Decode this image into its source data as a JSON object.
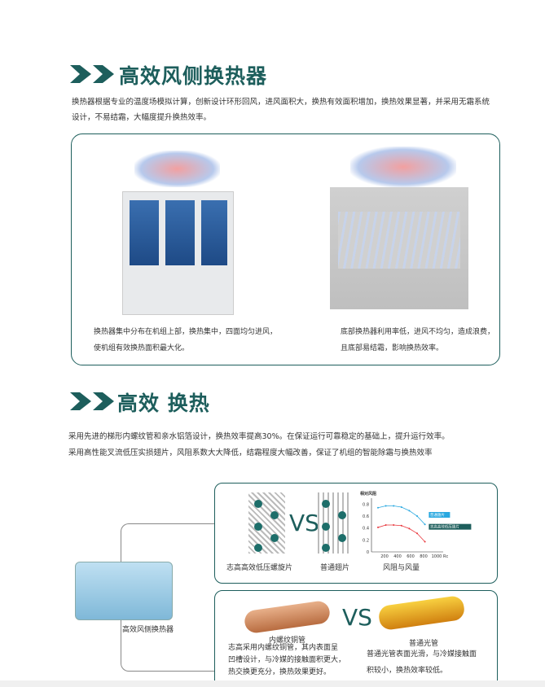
{
  "section1": {
    "title": "高效风侧换热器",
    "description": "换热器根据专业的温度场模拟计算，创新设计环形回风，进风面积大，换热有效面积增加，换热效果显著，并采用无霜系统设计，不易结霜，大幅度提升换热效率。",
    "left_caption": [
      "换热器集中分布在机组上部，换热集中，四面均匀进风，",
      "使机组有效换热面积最大化。"
    ],
    "right_caption": [
      "底部换热器利用率低，进风不均匀，造成浪费，",
      "且底部易结霜，影响换热效率。"
    ]
  },
  "section2": {
    "title": "高效 换热",
    "lines": [
      "采用先进的梯形内螺纹管和亲水铝箔设计，换热效率提高30%。在保证运行可靠稳定的基础上，提升运行效率。",
      "采用高性能叉流低压实损翅片，风阻系数大大降低，结霜程度大幅改善，保证了机组的智能除霜与换热效率"
    ],
    "exchanger_label": "高效风侧换热器",
    "fin_left": "志高高效低压螺旋片",
    "fin_right": "普通翅片",
    "vs": "VS",
    "chart_caption": "风阻与风量",
    "tube_left_title": "内螺纹铜管",
    "tube_left_text": [
      "志高采用内螺纹铜管，其内表面呈",
      "凹槽设计，与冷媒的接触面积更大，",
      "热交换更充分，换热效果更好。"
    ],
    "tube_right_title": "普通光管",
    "tube_right_text": [
      "普通光管表面光滑，与冷媒接触面",
      "积较小，换热效率较低。"
    ]
  },
  "colors": {
    "accent": "#1d5e5c",
    "blue_series": "#29a8e0",
    "red_series": "#e8343a"
  },
  "chart_data": {
    "type": "line",
    "ylabel": "相对风阻",
    "xlabel": "Rc",
    "xticks": [
      200,
      400,
      600,
      800,
      1000
    ],
    "yticks": [
      0,
      0.2,
      0.4,
      0.6,
      0.8
    ],
    "xlim": [
      0,
      1050
    ],
    "ylim": [
      0,
      0.9
    ],
    "x": [
      100,
      220,
      340,
      460,
      580,
      700,
      820
    ],
    "series": [
      {
        "name": "普通翅片",
        "color": "#29a8e0",
        "values": [
          0.74,
          0.77,
          0.77,
          0.75,
          0.69,
          0.6,
          0.46
        ]
      },
      {
        "name": "志高高效低压翅片",
        "color": "#e8343a",
        "values": [
          0.41,
          0.45,
          0.45,
          0.44,
          0.39,
          0.31,
          0.17
        ]
      }
    ]
  }
}
